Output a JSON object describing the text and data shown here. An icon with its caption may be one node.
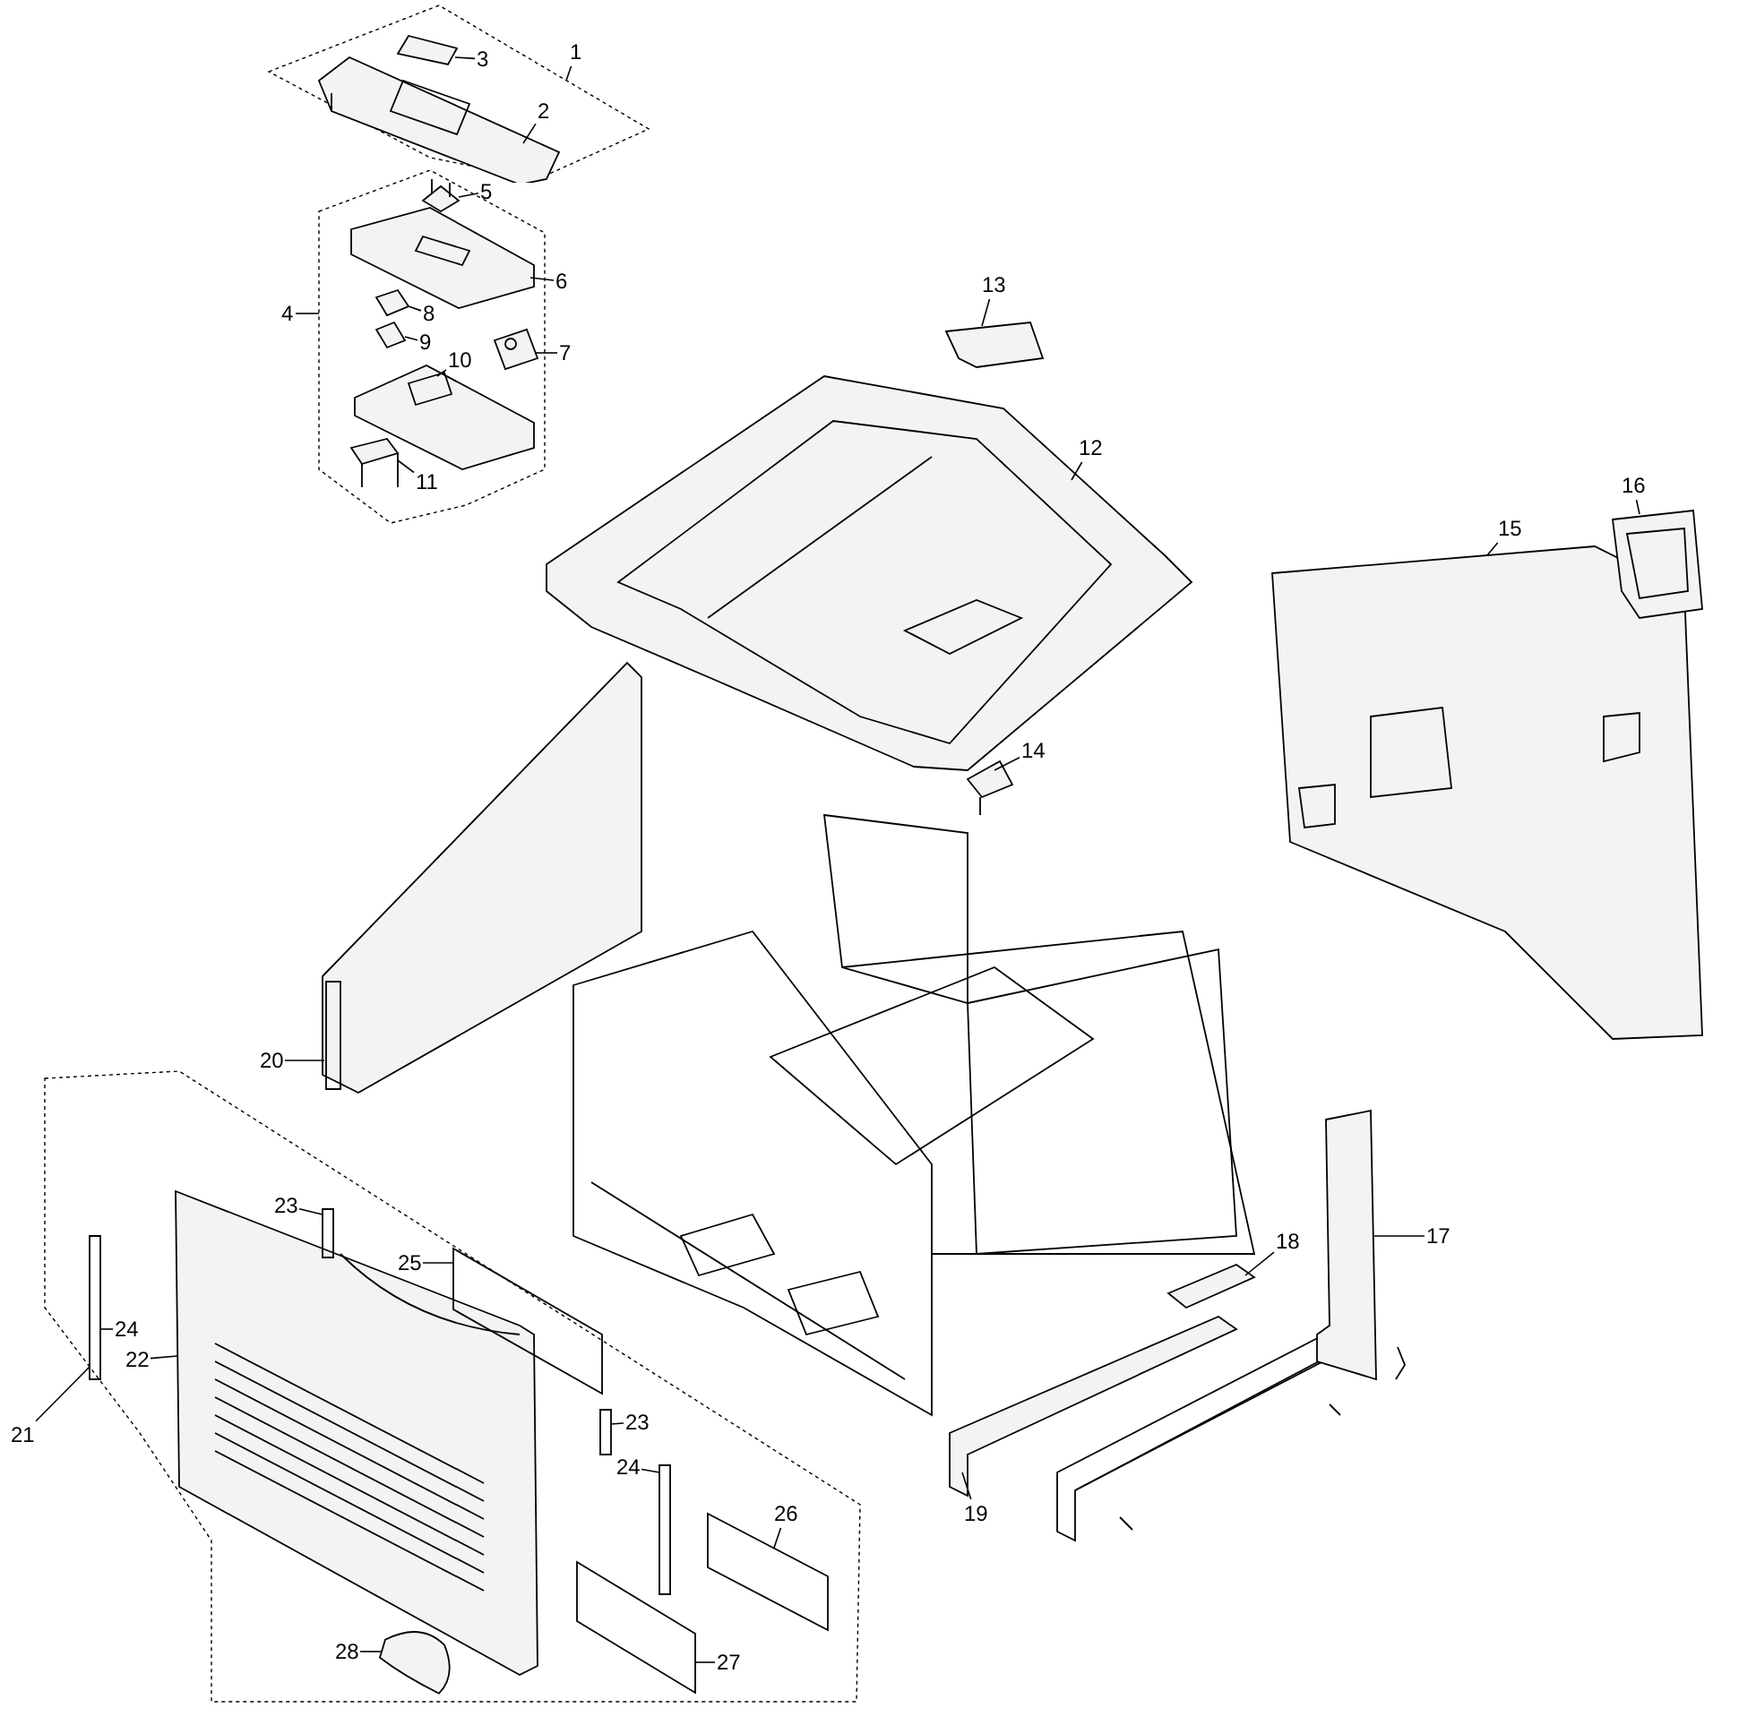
{
  "diagram": {
    "nodes": [
      {
        "text": [
          "1"
        ]
      },
      {
        "text": [],
        "shape": "box"
      },
      {
        "text": [
          "2"
        ],
        "in": 1
      },
      {
        "text": [],
        "shape": "picture",
        "in": 1
      },
      {
        "text": [
          "3"
        ],
        "in": 1
      },
      {
        "text": [],
        "shape": "picture",
        "in": 1
      },
      {
        "text": [
          "4"
        ]
      },
      {
        "text": [],
        "shape": "box"
      },
      {
        "text": [
          "5"
        ],
        "in": 7
      },
      {
        "text": [],
        "shape": "picture",
        "in": 7
      },
      {
        "text": [
          "6"
        ]
      },
      {
        "text": [],
        "shape": "picture",
        "in": 7
      },
      {
        "text": [
          "7"
        ]
      },
      {
        "text": [],
        "shape": "picture",
        "in": 7
      },
      {
        "text": [
          "8"
        ],
        "in": 7
      },
      {
        "text": [],
        "shape": "picture",
        "in": 7
      },
      {
        "text": [
          "9"
        ],
        "in": 7
      },
      {
        "text": [],
        "shape": "picture",
        "in": 7
      },
      {
        "text": [
          "10"
        ],
        "in": 7
      },
      {
        "text": [],
        "shape": "picture",
        "in": 7
      },
      {
        "text": [
          "11"
        ],
        "in": 7
      },
      {
        "text": [],
        "shape": "picture",
        "in": 7
      },
      {
        "text": [
          "12"
        ]
      },
      {
        "text": [],
        "shape": "picture"
      },
      {
        "text": [
          "13"
        ]
      },
      {
        "text": [],
        "shape": "picture"
      },
      {
        "text": [
          "14"
        ]
      },
      {
        "text": [],
        "shape": "picture"
      },
      {
        "text": [
          "15"
        ]
      },
      {
        "text": [],
        "shape": "picture"
      },
      {
        "text": [
          "16"
        ]
      },
      {
        "text": [],
        "shape": "picture"
      },
      {
        "text": [
          "17"
        ]
      },
      {
        "text": [],
        "shape": "picture"
      },
      {
        "text": [
          "18"
        ]
      },
      {
        "text": [],
        "shape": "picture"
      },
      {
        "text": [
          "19"
        ]
      },
      {
        "text": [],
        "shape": "picture"
      },
      {
        "text": [
          "20"
        ]
      },
      {
        "text": [],
        "shape": "picture"
      },
      {
        "text": [
          "21"
        ]
      },
      {
        "text": [],
        "shape": "box"
      },
      {
        "text": [
          "22"
        ],
        "in": 41
      },
      {
        "text": [],
        "shape": "picture",
        "in": 41
      },
      {
        "text": [
          "23"
        ],
        "in": 41
      },
      {
        "text": [],
        "shape": "box",
        "in": 41
      },
      {
        "text": [
          "24"
        ],
        "in": 41
      },
      {
        "text": [],
        "shape": "box",
        "in": 41
      },
      {
        "text": [
          "25"
        ],
        "in": 41
      },
      {
        "text": [],
        "shape": "box",
        "in": 41
      },
      {
        "text": [
          "23"
        ],
        "in": 41
      },
      {
        "text": [],
        "shape": "box",
        "in": 41
      },
      {
        "text": [
          "24"
        ],
        "in": 41
      },
      {
        "text": [],
        "shape": "box",
        "in": 41
      },
      {
        "text": [
          "26"
        ],
        "in": 41
      },
      {
        "text": [],
        "shape": "box",
        "in": 41
      },
      {
        "text": [
          "27"
        ],
        "in": 41
      },
      {
        "text": [],
        "shape": "box",
        "in": 41
      },
      {
        "text": [
          "28"
        ],
        "in": 41
      },
      {
        "text": [],
        "shape": "picture",
        "in": 41
      }
    ],
    "edges": [
      {
        "from": 0,
        "to": 1,
        "arrow": "none"
      },
      {
        "from": 2,
        "to": 3,
        "arrow": "none"
      },
      {
        "from": 4,
        "to": 5,
        "arrow": "none"
      },
      {
        "from": 6,
        "to": 7,
        "arrow": "none"
      },
      {
        "from": 8,
        "to": 9,
        "arrow": "none"
      },
      {
        "from": 10,
        "to": 11,
        "arrow": "none"
      },
      {
        "from": 12,
        "to": 13,
        "arrow": "none"
      },
      {
        "from": 14,
        "to": 15,
        "arrow": "none"
      },
      {
        "from": 16,
        "to": 17,
        "arrow": "none"
      },
      {
        "from": 18,
        "to": 19,
        "arrow": "none"
      },
      {
        "from": 20,
        "to": 21,
        "arrow": "none"
      },
      {
        "from": 22,
        "to": 23,
        "arrow": "none"
      },
      {
        "from": 24,
        "to": 25,
        "arrow": "none"
      },
      {
        "from": 26,
        "to": 27,
        "arrow": "none"
      },
      {
        "from": 28,
        "to": 29,
        "arrow": "none"
      },
      {
        "from": 30,
        "to": 31,
        "arrow": "none"
      },
      {
        "from": 32,
        "to": 33,
        "arrow": "none"
      },
      {
        "from": 34,
        "to": 35,
        "arrow": "none"
      },
      {
        "from": 36,
        "to": 37,
        "arrow": "none"
      },
      {
        "from": 38,
        "to": 39,
        "arrow": "none"
      },
      {
        "from": 40,
        "to": 41,
        "arrow": "none"
      },
      {
        "from": 42,
        "to": 43,
        "arrow": "none"
      },
      {
        "from": 44,
        "to": 45,
        "arrow": "none"
      },
      {
        "from": 46,
        "to": 47,
        "arrow": "none"
      },
      {
        "from": 48,
        "to": 49,
        "arrow": "none"
      },
      {
        "from": 50,
        "to": 51,
        "arrow": "none"
      },
      {
        "from": 52,
        "to": 53,
        "arrow": "none"
      },
      {
        "from": 54,
        "to": 55,
        "arrow": "none"
      },
      {
        "from": 56,
        "to": 57,
        "arrow": "none"
      },
      {
        "from": 58,
        "to": 59,
        "arrow": "none"
      }
    ]
  }
}
